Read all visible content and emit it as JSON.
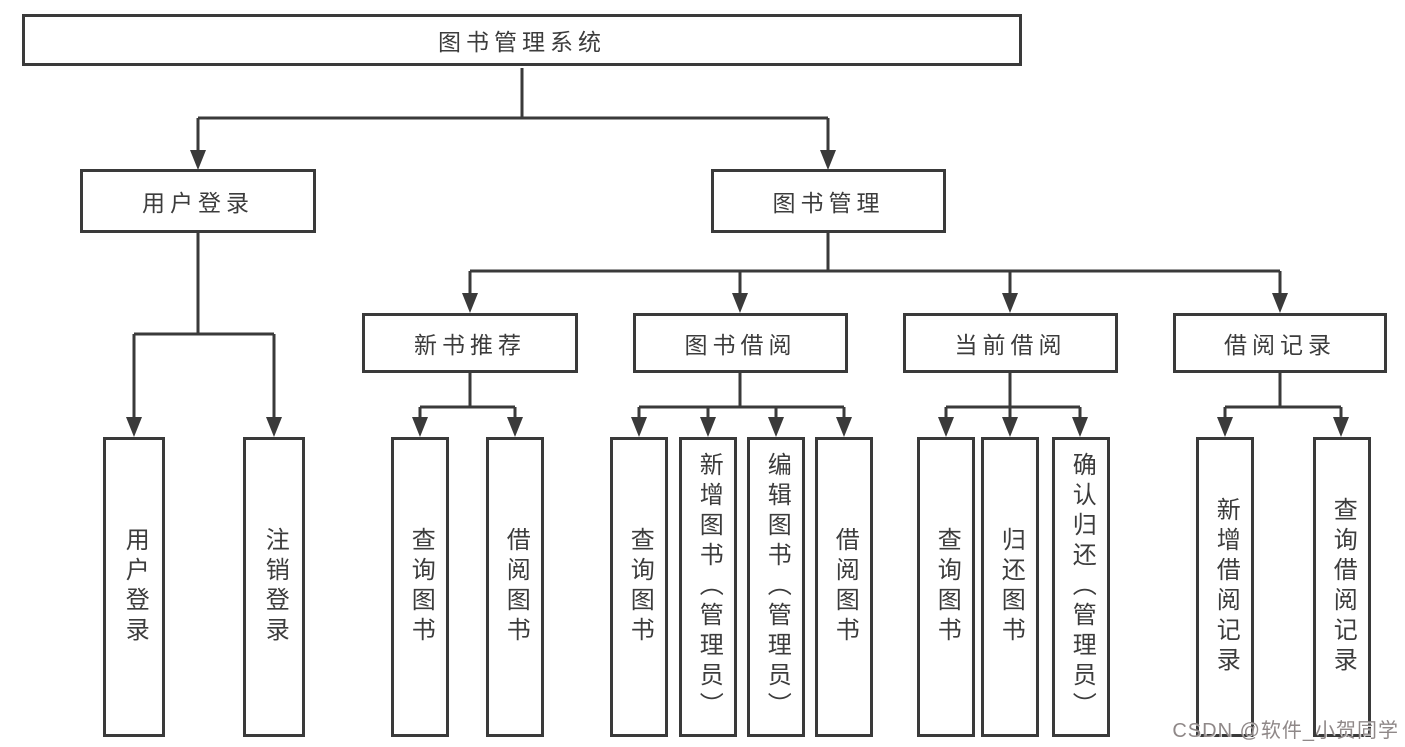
{
  "diagram": {
    "title": "图书管理系统",
    "level2": {
      "user_login": "用户登录",
      "book_mgmt": "图书管理"
    },
    "level3": {
      "new_book": "新书推荐",
      "book_borrow": "图书借阅",
      "current_borrow": "当前借阅",
      "borrow_record": "借阅记录"
    },
    "leaves": {
      "user_login": [
        "用户登录",
        "注销登录"
      ],
      "new_book": [
        "查询图书",
        "借阅图书"
      ],
      "book_borrow": [
        "查询图书",
        "新增图书（管理员）",
        "编辑图书（管理员）",
        "借阅图书"
      ],
      "current_borrow": [
        "查询图书",
        "归还图书",
        "确认归还（管理员）"
      ],
      "borrow_record": [
        "新增借阅记录",
        "查询借阅记录"
      ]
    }
  },
  "watermark": "CSDN @软件_小贺同学",
  "colors": {
    "line": "#3a3a3a",
    "text": "#3c3c3c",
    "background": "#ffffff",
    "watermark": "#8f8888"
  }
}
